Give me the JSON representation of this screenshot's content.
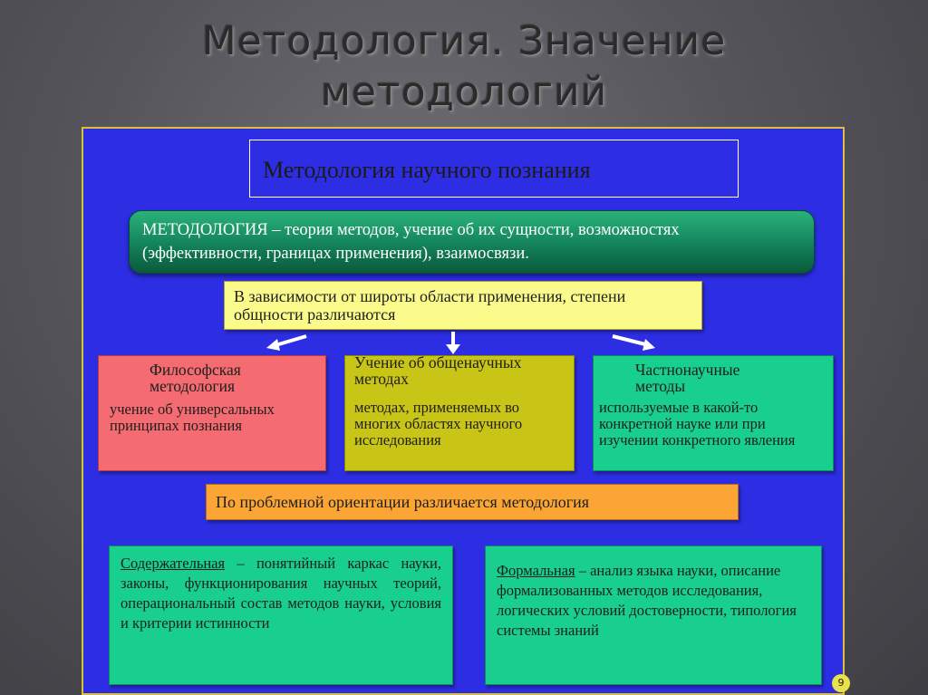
{
  "title": {
    "line1": "Методология. Значение",
    "line2": "методологий"
  },
  "diagram": {
    "heading": "Методология научного познания",
    "definition": {
      "term": "МЕТОДОЛОГИЯ",
      "text": " – теория методов, учение об их сущности, возможностях (эффективности, границах применения), взаимосвязи."
    },
    "breadth_note": "В зависимости от широты области применения, степени общности различаются",
    "cards": [
      {
        "title": "Философская методология",
        "text": "учение об универсальных принципах познания"
      },
      {
        "title": "Учение об общенаучных методах",
        "text": "методах, применяемых во многих областях научного исследования"
      },
      {
        "title": "Частнонаучные методы",
        "text": "используемые в какой-то конкретной науке или при изучении конкретного явления"
      }
    ],
    "orientation_note": "По проблемной ориентации различается методология",
    "bottom": [
      {
        "term": "Содержательная",
        "text": " – понятийный каркас науки, законы, функционирования научных теорий, операциональный состав методов науки, условия и критерии истинности"
      },
      {
        "term": "Формальная",
        "text": " – анализ языка науки, описание формализованных методов исследования, логических условий достоверности, типология системы знаний"
      }
    ],
    "page_number": "9"
  },
  "colors": {
    "panel": "#2d2ee3",
    "green": "#19cf8d",
    "pink": "#f56b72",
    "olive": "#c9c516",
    "yellow": "#fbfb8c",
    "orange": "#fba534"
  }
}
